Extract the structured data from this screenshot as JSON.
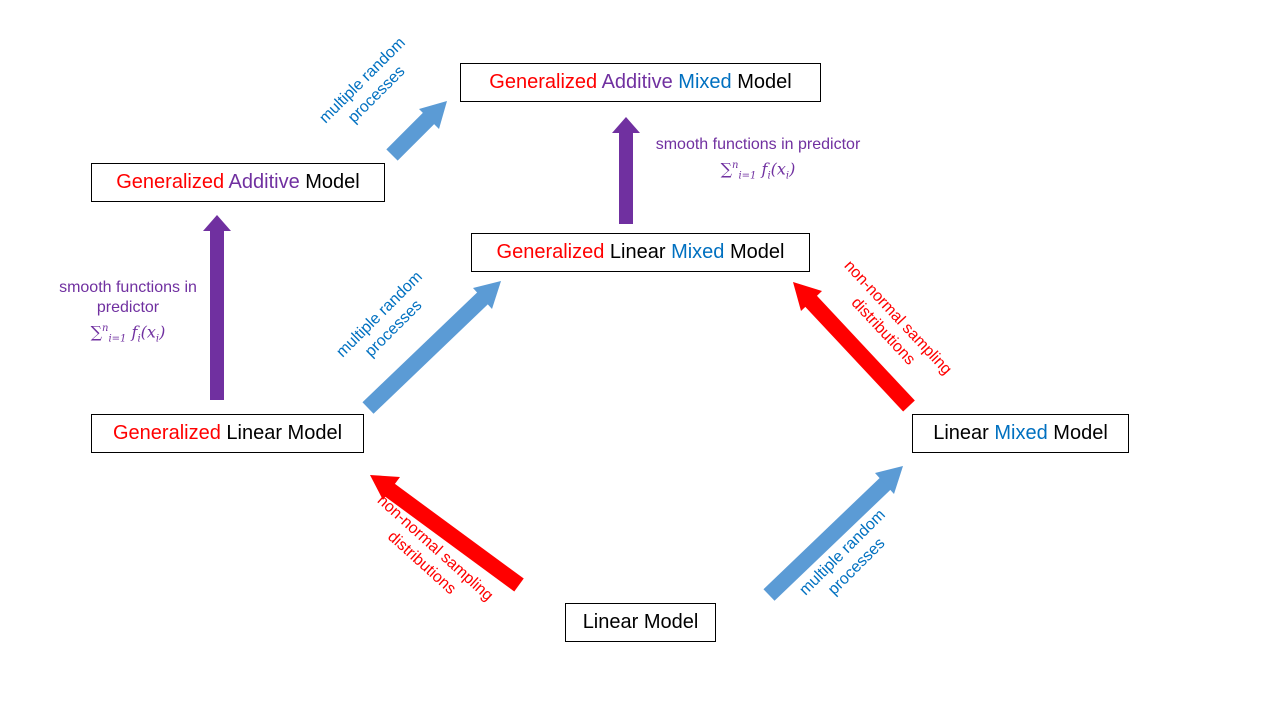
{
  "colors": {
    "red": "#ff0000",
    "purple": "#7030a0",
    "blue": "#0070c0",
    "blue_arrow": "#5b9bd5",
    "black": "#000000"
  },
  "nodes": {
    "gamm": [
      {
        "text": "Generalized",
        "color": "red"
      },
      {
        "text": " Additive",
        "color": "purple"
      },
      {
        "text": " Mixed",
        "color": "blue"
      },
      {
        "text": " Model",
        "color": "black"
      }
    ],
    "gam": [
      {
        "text": "Generalized",
        "color": "red"
      },
      {
        "text": " Additive",
        "color": "purple"
      },
      {
        "text": " Model",
        "color": "black"
      }
    ],
    "glmm": [
      {
        "text": "Generalized",
        "color": "red"
      },
      {
        "text": " Linear ",
        "color": "black"
      },
      {
        "text": "Mixed",
        "color": "blue"
      },
      {
        "text": " Model",
        "color": "black"
      }
    ],
    "glm": [
      {
        "text": "Generalized",
        "color": "red"
      },
      {
        "text": " Linear Model",
        "color": "black"
      }
    ],
    "lmm": [
      {
        "text": "Linear ",
        "color": "black"
      },
      {
        "text": "Mixed",
        "color": "blue"
      },
      {
        "text": " Model",
        "color": "black"
      }
    ],
    "lm": [
      {
        "text": "Linear Model",
        "color": "black"
      }
    ]
  },
  "labels": {
    "gam_to_gamm": {
      "lines": [
        "multiple random",
        "processes"
      ]
    },
    "glmm_to_gamm": {
      "lines": [
        "smooth functions in predictor"
      ],
      "formula": "∑_{i=1}^{n} f_i(x_i)"
    },
    "glm_to_gam": {
      "lines": [
        "smooth functions in",
        "predictor"
      ],
      "formula": "∑_{i=1}^{n} f_i(x_i)"
    },
    "glm_to_glmm": {
      "lines": [
        "multiple random",
        "processes"
      ]
    },
    "lmm_to_glmm": {
      "lines": [
        "non-normal sampling",
        "distributions"
      ]
    },
    "lm_to_glm": {
      "lines": [
        "non-normal sampling",
        "distributions"
      ]
    },
    "lm_to_lmm": {
      "lines": [
        "multiple random",
        "processes"
      ]
    }
  }
}
